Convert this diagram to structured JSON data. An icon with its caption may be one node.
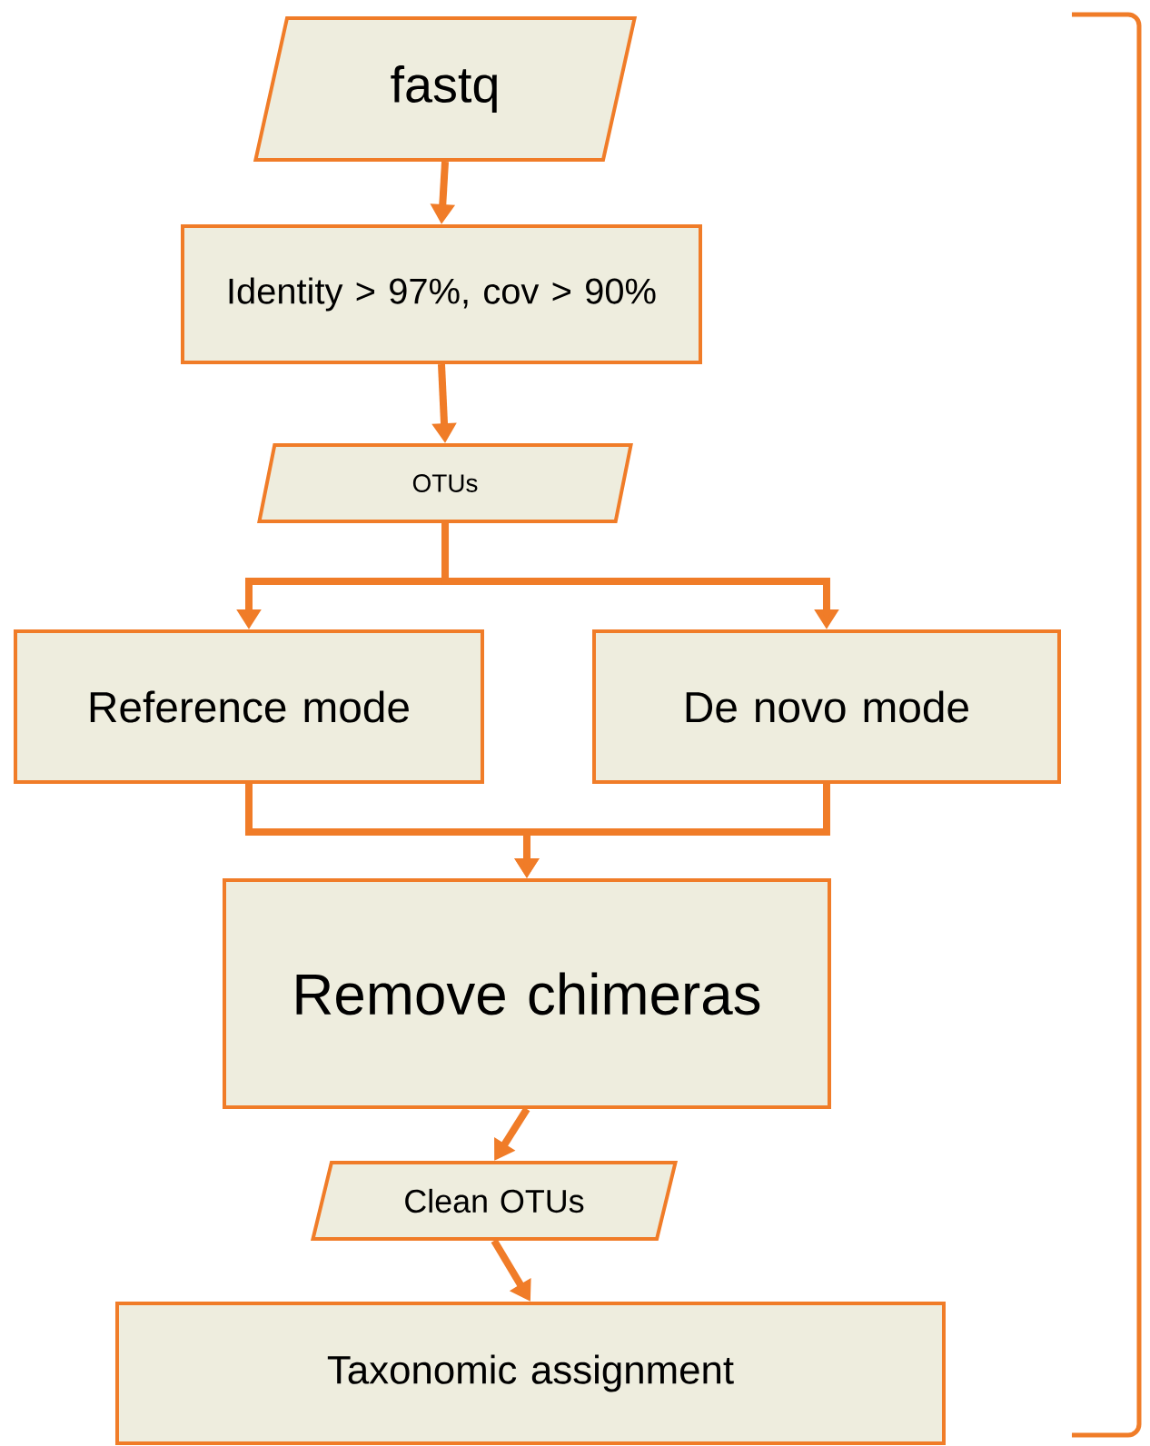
{
  "diagram": {
    "nodes": [
      {
        "text": [
          "fastq"
        ]
      },
      {
        "text": [
          "Identity > 97%, cov > 90%"
        ]
      },
      {
        "text": [
          "OTUs"
        ]
      },
      {
        "text": [
          "Reference mode"
        ]
      },
      {
        "text": [
          "De novo mode"
        ]
      },
      {
        "text": [
          "Remove chimeras"
        ]
      },
      {
        "text": [
          "Clean OTUs"
        ]
      },
      {
        "text": [
          "Taxonomic assignment"
        ]
      }
    ],
    "edges": [
      {
        "from": 0,
        "to": 1,
        "arrow": "to"
      },
      {
        "from": 1,
        "to": 2,
        "arrow": "to"
      },
      {
        "from": 2,
        "to": 3,
        "arrow": "to"
      },
      {
        "from": 2,
        "to": 4,
        "arrow": "to"
      },
      {
        "from": 3,
        "to": 5,
        "arrow": "to"
      },
      {
        "from": 4,
        "to": 5,
        "arrow": "to"
      },
      {
        "from": 5,
        "to": 6,
        "arrow": "to"
      },
      {
        "from": 6,
        "to": 7,
        "arrow": "to"
      }
    ]
  }
}
